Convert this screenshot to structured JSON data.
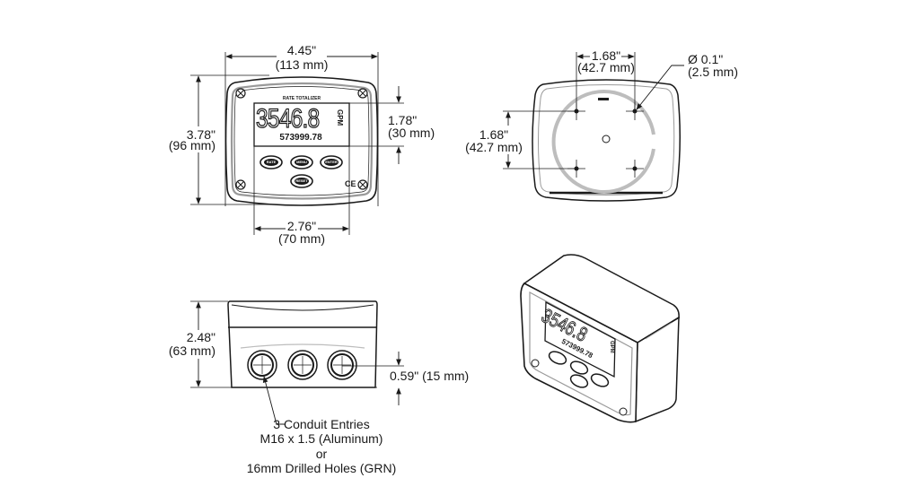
{
  "front_view": {
    "width_in": "4.45\"",
    "width_mm": "(113 mm)",
    "height_in": "3.78\"",
    "height_mm": "(96 mm)",
    "display_height_in": "1.78\"",
    "display_height_mm": "(30 mm)",
    "display_width_in": "2.76\"",
    "display_width_mm": "(70 mm)",
    "device_title": "RATE TOTALIZER",
    "rate_reading": "3546.8",
    "units": "GPM",
    "total_reading": "573999.78",
    "buttons": [
      "RATE",
      "MENU",
      "ENTER",
      "RESET"
    ],
    "ce_mark": "CE"
  },
  "back_view": {
    "hole_spacing_h_in": "1.68\"",
    "hole_spacing_h_mm": "(42.7 mm)",
    "hole_spacing_v_in": "1.68\"",
    "hole_spacing_v_mm": "(42.7 mm)",
    "hole_diameter_in": "Ø 0.1\"",
    "hole_diameter_mm": "(2.5 mm)"
  },
  "bottom_view": {
    "depth_in": "2.48\"",
    "depth_mm": "(63 mm)",
    "conduit_height": "0.59\" (15 mm)",
    "conduit_note": [
      "3 Conduit Entries",
      "M16 x 1.5 (Aluminum)",
      "or",
      "16mm Drilled Holes (GRN)"
    ]
  },
  "iso_view": {
    "rate_reading": "3546.8",
    "total_reading": "573999.78",
    "units": "GPM"
  },
  "colors": {
    "line": "#1a1a1a",
    "housing_fill": "#ffffff",
    "shade": "#bdbdbd"
  }
}
